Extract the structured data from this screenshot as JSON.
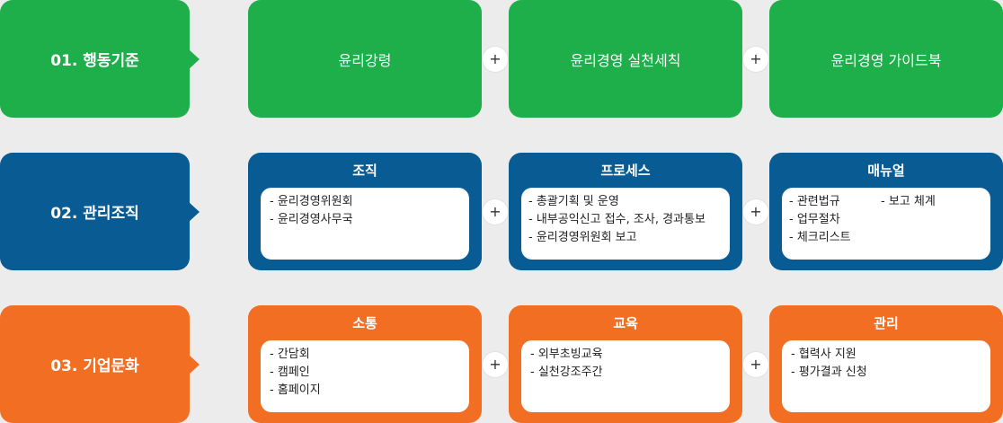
{
  "colors": {
    "green": "#1eae4a",
    "blue": "#085c93",
    "orange": "#f26e22"
  },
  "plus_symbol": "+",
  "row1": {
    "label": "01. 행동기준",
    "boxes": [
      "윤리강령",
      "윤리경영 실천세칙",
      "윤리경영 가이드북"
    ]
  },
  "row2": {
    "label": "02. 관리조직",
    "boxes": [
      {
        "title": "조직",
        "items": [
          "- 윤리경영위원회",
          "- 윤리경영사무국"
        ]
      },
      {
        "title": "프로세스",
        "items": [
          "- 총괄기획 및 운영",
          "- 내부공익신고 접수, 조사, 경과통보",
          "- 윤리경영위원회 보고"
        ]
      },
      {
        "title": "매뉴얼",
        "items": [
          "- 관련법규",
          "- 보고 체계",
          "- 업무절차",
          "- 체크리스트"
        ]
      }
    ]
  },
  "row3": {
    "label": "03. 기업문화",
    "boxes": [
      {
        "title": "소통",
        "items": [
          "- 간담회",
          "- 캠페인",
          "- 홈페이지"
        ]
      },
      {
        "title": "교육",
        "items": [
          "- 외부초빙교육",
          "- 실천강조주간"
        ]
      },
      {
        "title": "관리",
        "items": [
          "- 협력사 지원",
          "- 평가결과 신청"
        ]
      }
    ]
  }
}
